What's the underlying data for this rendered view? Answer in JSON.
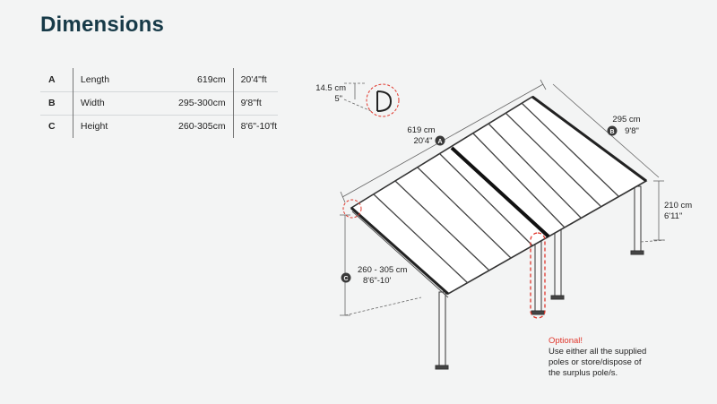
{
  "page_title": "Dimensions",
  "rows": [
    {
      "letter": "A",
      "name": "Length",
      "metric": "619cm",
      "imperial": "20'4\"ft"
    },
    {
      "letter": "B",
      "name": "Width",
      "metric": "295-300cm",
      "imperial": "9'8\"ft"
    },
    {
      "letter": "C",
      "name": "Height",
      "metric": "260-305cm",
      "imperial": "8'6\"-10'ft"
    }
  ],
  "diagram": {
    "gutter_metric": "14.5 cm",
    "gutter_imperial": "5\"",
    "gutter_marker": "D",
    "length_metric": "619 cm",
    "length_imperial": "20'4\"",
    "length_marker": "A",
    "width_metric": "295 cm",
    "width_imperial": "9'8\"",
    "width_marker": "B",
    "back_height_metric": "210 cm",
    "back_height_imperial": "6'11\"",
    "front_height_metric": "260 - 305 cm",
    "front_height_imperial": "8'6\"-10'",
    "front_height_marker": "C",
    "optional_title": "Optional!",
    "optional_lines": [
      "Use either all the supplied",
      "poles or store/dispose of",
      "the surplus pole/s."
    ],
    "accent_color": "#e0372c"
  }
}
